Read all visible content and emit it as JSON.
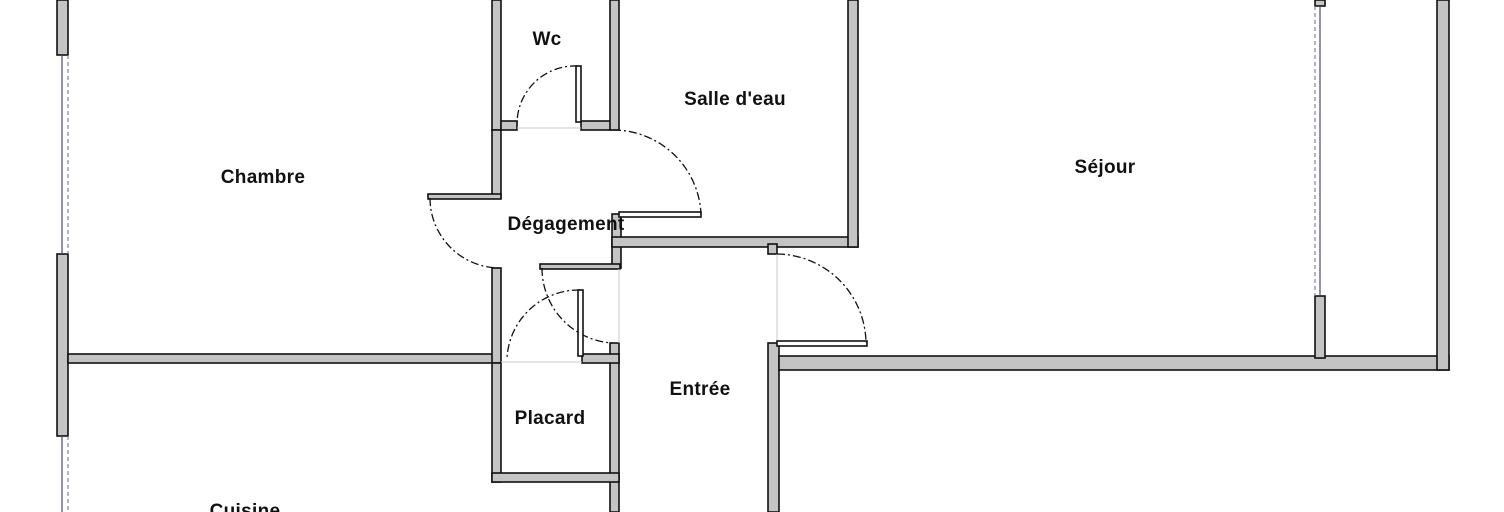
{
  "rooms": {
    "wc": "Wc",
    "salle_eau": "Salle d'eau",
    "chambre": "Chambre",
    "sejour": "Séjour",
    "degagement": "Dégagement",
    "entree": "Entrée",
    "placard": "Placard",
    "cuisine": "Cuisine"
  },
  "colors": {
    "wall_fill": "#c4c4c4",
    "wall_stroke": "#111111",
    "window": "#4a4a6a",
    "background": "#ffffff"
  }
}
